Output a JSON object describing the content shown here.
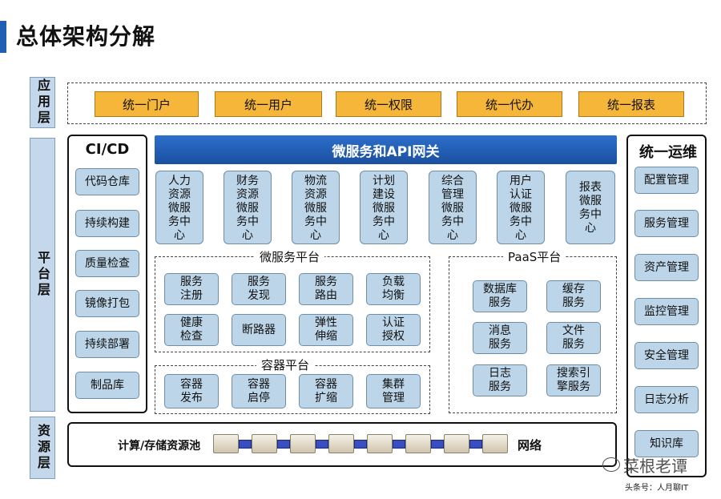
{
  "title": "总体架构分解",
  "layers": {
    "app": "应用层",
    "platform": "平台层",
    "resource": "资源层"
  },
  "app_items": [
    "统一门户",
    "统一用户",
    "统一权限",
    "统一代办",
    "统一报表"
  ],
  "cicd": {
    "title": "CI/CD",
    "items": [
      "代码仓库",
      "持续构建",
      "质量检查",
      "镜像打包",
      "持续部署",
      "制品库"
    ]
  },
  "gateway": "微服务和API网关",
  "services": [
    "人力\n资源\n微服\n务中\n心",
    "财务\n资源\n微服\n务中\n心",
    "物流\n资源\n微服\n务中\n心",
    "计划\n建设\n微服\n务中\n心",
    "综合\n管理\n微服\n务中\n心",
    "用户\n认证\n微服\n务中\n心",
    "报表\n微服\n务中\n心"
  ],
  "microservice_platform": {
    "label": "微服务平台",
    "items": [
      "服务\n注册",
      "服务\n发现",
      "服务\n路由",
      "负载\n均衡",
      "健康\n检查",
      "断路器",
      "弹性\n伸缩",
      "认证\n授权"
    ]
  },
  "container_platform": {
    "label": "容器平台",
    "items": [
      "容器\n发布",
      "容器\n启停",
      "容器\n扩缩",
      "集群\n管理"
    ]
  },
  "paas": {
    "label": "PaaS平台",
    "items": [
      "数据库\n服务",
      "缓存\n服务",
      "消息\n服务",
      "文件\n服务",
      "日志\n服务",
      "搜索引\n擎服务"
    ]
  },
  "ops": {
    "title": "统一运维",
    "items": [
      "配置管理",
      "服务管理",
      "资产管理",
      "监控管理",
      "安全管理",
      "日志分析",
      "知识库"
    ]
  },
  "resource": {
    "compute": "计算/存储资源池",
    "network": "网络"
  },
  "watermark": {
    "name": "菜根老谭",
    "source": "头条号：人月聊IT"
  }
}
